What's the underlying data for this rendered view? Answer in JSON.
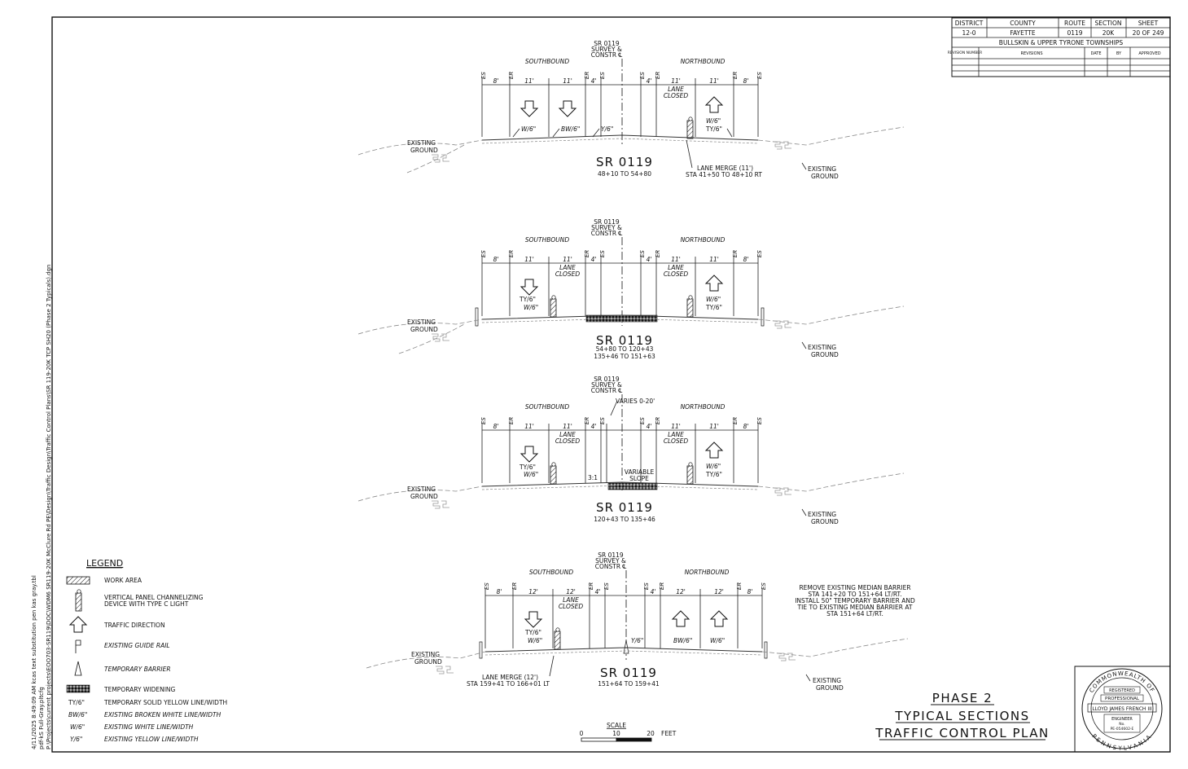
{
  "side_text": {
    "line1": "4/11/2025  8:49:09 AM    kcas    text substitution pen kas gray.tbl",
    "line2": "pdf-kS Full-Gray.pltcfg",
    "line3": "P:\\Projects\\current projects\\EOO703-SR119\\DOC\\WDM6 SR119-20K McClure Rd PE\\Design\\Traffic Design\\Traffic Control Plans\\SR 119-20K TCP SH20 (Phase 2 Typicals).dgn"
  },
  "title_block": {
    "headers": [
      "DISTRICT",
      "COUNTY",
      "ROUTE",
      "SECTION",
      "SHEET"
    ],
    "values": [
      "12-0",
      "FAYETTE",
      "0119",
      "20K",
      "20 OF 249"
    ],
    "township": "BULLSKIN & UPPER TYRONE TOWNSHIPS",
    "rev_headers": [
      "REVISION NUMBER",
      "REVISIONS",
      "DATE",
      "BY",
      "APPROVED"
    ]
  },
  "common": {
    "survey1": "SR 0119",
    "survey2": "SURVEY &",
    "survey3": "CONSTR ℄",
    "southbound": "SOUTHBOUND",
    "northbound": "NORTHBOUND",
    "existing1": "EXISTING",
    "existing2": "GROUND",
    "lane1": "LANE",
    "lane2": "CLOSED",
    "es": "ES",
    "er": "ER",
    "route": "SR 0119"
  },
  "sections": [
    {
      "dims": [
        "8'",
        "11'",
        "11'",
        "4'",
        "4'",
        "11'",
        "11'",
        "8'"
      ],
      "labels": [
        "W/6\"",
        "BW/6\"",
        "Y/6\"",
        "W/6\"",
        "TY/6\""
      ],
      "range1": "48+10 TO 54+80",
      "range2": "",
      "note1": "LANE MERGE (11')",
      "note2": "STA 41+50 TO 48+10 RT"
    },
    {
      "dims": [
        "8'",
        "11'",
        "11'",
        "4'",
        "4'",
        "11'",
        "11'",
        "8'"
      ],
      "labels": [
        "TY/6\"",
        "W/6\"",
        "W/6\"",
        "TY/6\""
      ],
      "range1": "54+80 TO 120+43",
      "range2": "135+46 TO 151+63"
    },
    {
      "dims": [
        "8'",
        "11'",
        "11'",
        "4'",
        "4'",
        "11'",
        "11'",
        "8'"
      ],
      "labels": [
        "TY/6\"",
        "W/6\"",
        "W/6\"",
        "TY/6\""
      ],
      "varies": "VARIES 0-20'",
      "slope_ratio": "3:1",
      "variable1": "VARIABLE",
      "variable2": "SLOPE",
      "range1": "120+43 TO 135+46"
    },
    {
      "dims": [
        "8'",
        "12'",
        "12'",
        "4'",
        "4'",
        "12'",
        "12'",
        "8'"
      ],
      "labels": [
        "TY/6\"",
        "W/6\"",
        "Y/6\"",
        "BW/6\"",
        "W/6\""
      ],
      "range1": "151+64 TO 159+41",
      "note1": "LANE MERGE (12')",
      "note2": "STA 159+41 TO 166+01 LT",
      "remove": [
        "REMOVE EXISTING MEDIAN BARRIER",
        "STA 141+20 TO 151+64 LT/RT.",
        "INSTALL 50\" TEMPORARY BARRIER AND",
        "TIE TO EXISTING MEDIAN BARRIER AT",
        "STA 151+64 LT/RT."
      ]
    }
  ],
  "legend": {
    "title": "LEGEND",
    "items": [
      {
        "symbol": "hatch",
        "text": "WORK AREA",
        "italic": false
      },
      {
        "symbol": "panel",
        "text": "VERTICAL PANEL CHANNELIZING",
        "text2": "DEVICE WITH TYPE C LIGHT",
        "italic": false
      },
      {
        "symbol": "arrow",
        "text": "TRAFFIC DIRECTION",
        "italic": false
      },
      {
        "symbol": "guiderail",
        "text": "EXISTING GUIDE RAIL",
        "italic": true
      },
      {
        "symbol": "barrier",
        "text": "TEMPORARY BARRIER",
        "italic": true
      },
      {
        "symbol": "widening",
        "text": "TEMPORARY WIDENING",
        "italic": false
      },
      {
        "symbol": "TY/6\"",
        "text": "TEMPORARY SOLID YELLOW LINE/WIDTH",
        "italic": false
      },
      {
        "symbol": "BW/6\"",
        "text": "EXISTING BROKEN WHITE LINE/WIDTH",
        "italic": true
      },
      {
        "symbol": "W/6\"",
        "text": "EXISTING WHITE LINE/WIDTH",
        "italic": true
      },
      {
        "symbol": "Y/6\"",
        "text": "EXISTING YELLOW LINE/WIDTH",
        "italic": true
      }
    ]
  },
  "scale": {
    "label": "SCALE",
    "ticks": [
      "0",
      "10",
      "20"
    ],
    "unit": "FEET"
  },
  "sheet_title": [
    "PHASE 2",
    "TYPICAL SECTIONS",
    "TRAFFIC CONTROL PLAN"
  ],
  "seal": {
    "outer_top": "COMMONWEALTH OF",
    "outer_bottom": "PENNSYLVANIA",
    "registered": "REGISTERED",
    "professional": "PROFESSIONAL",
    "name": "LLOYD JAMES FRENCH III",
    "engineer": "ENGINEER",
    "no": "No.",
    "number": "PE-054602-E"
  }
}
